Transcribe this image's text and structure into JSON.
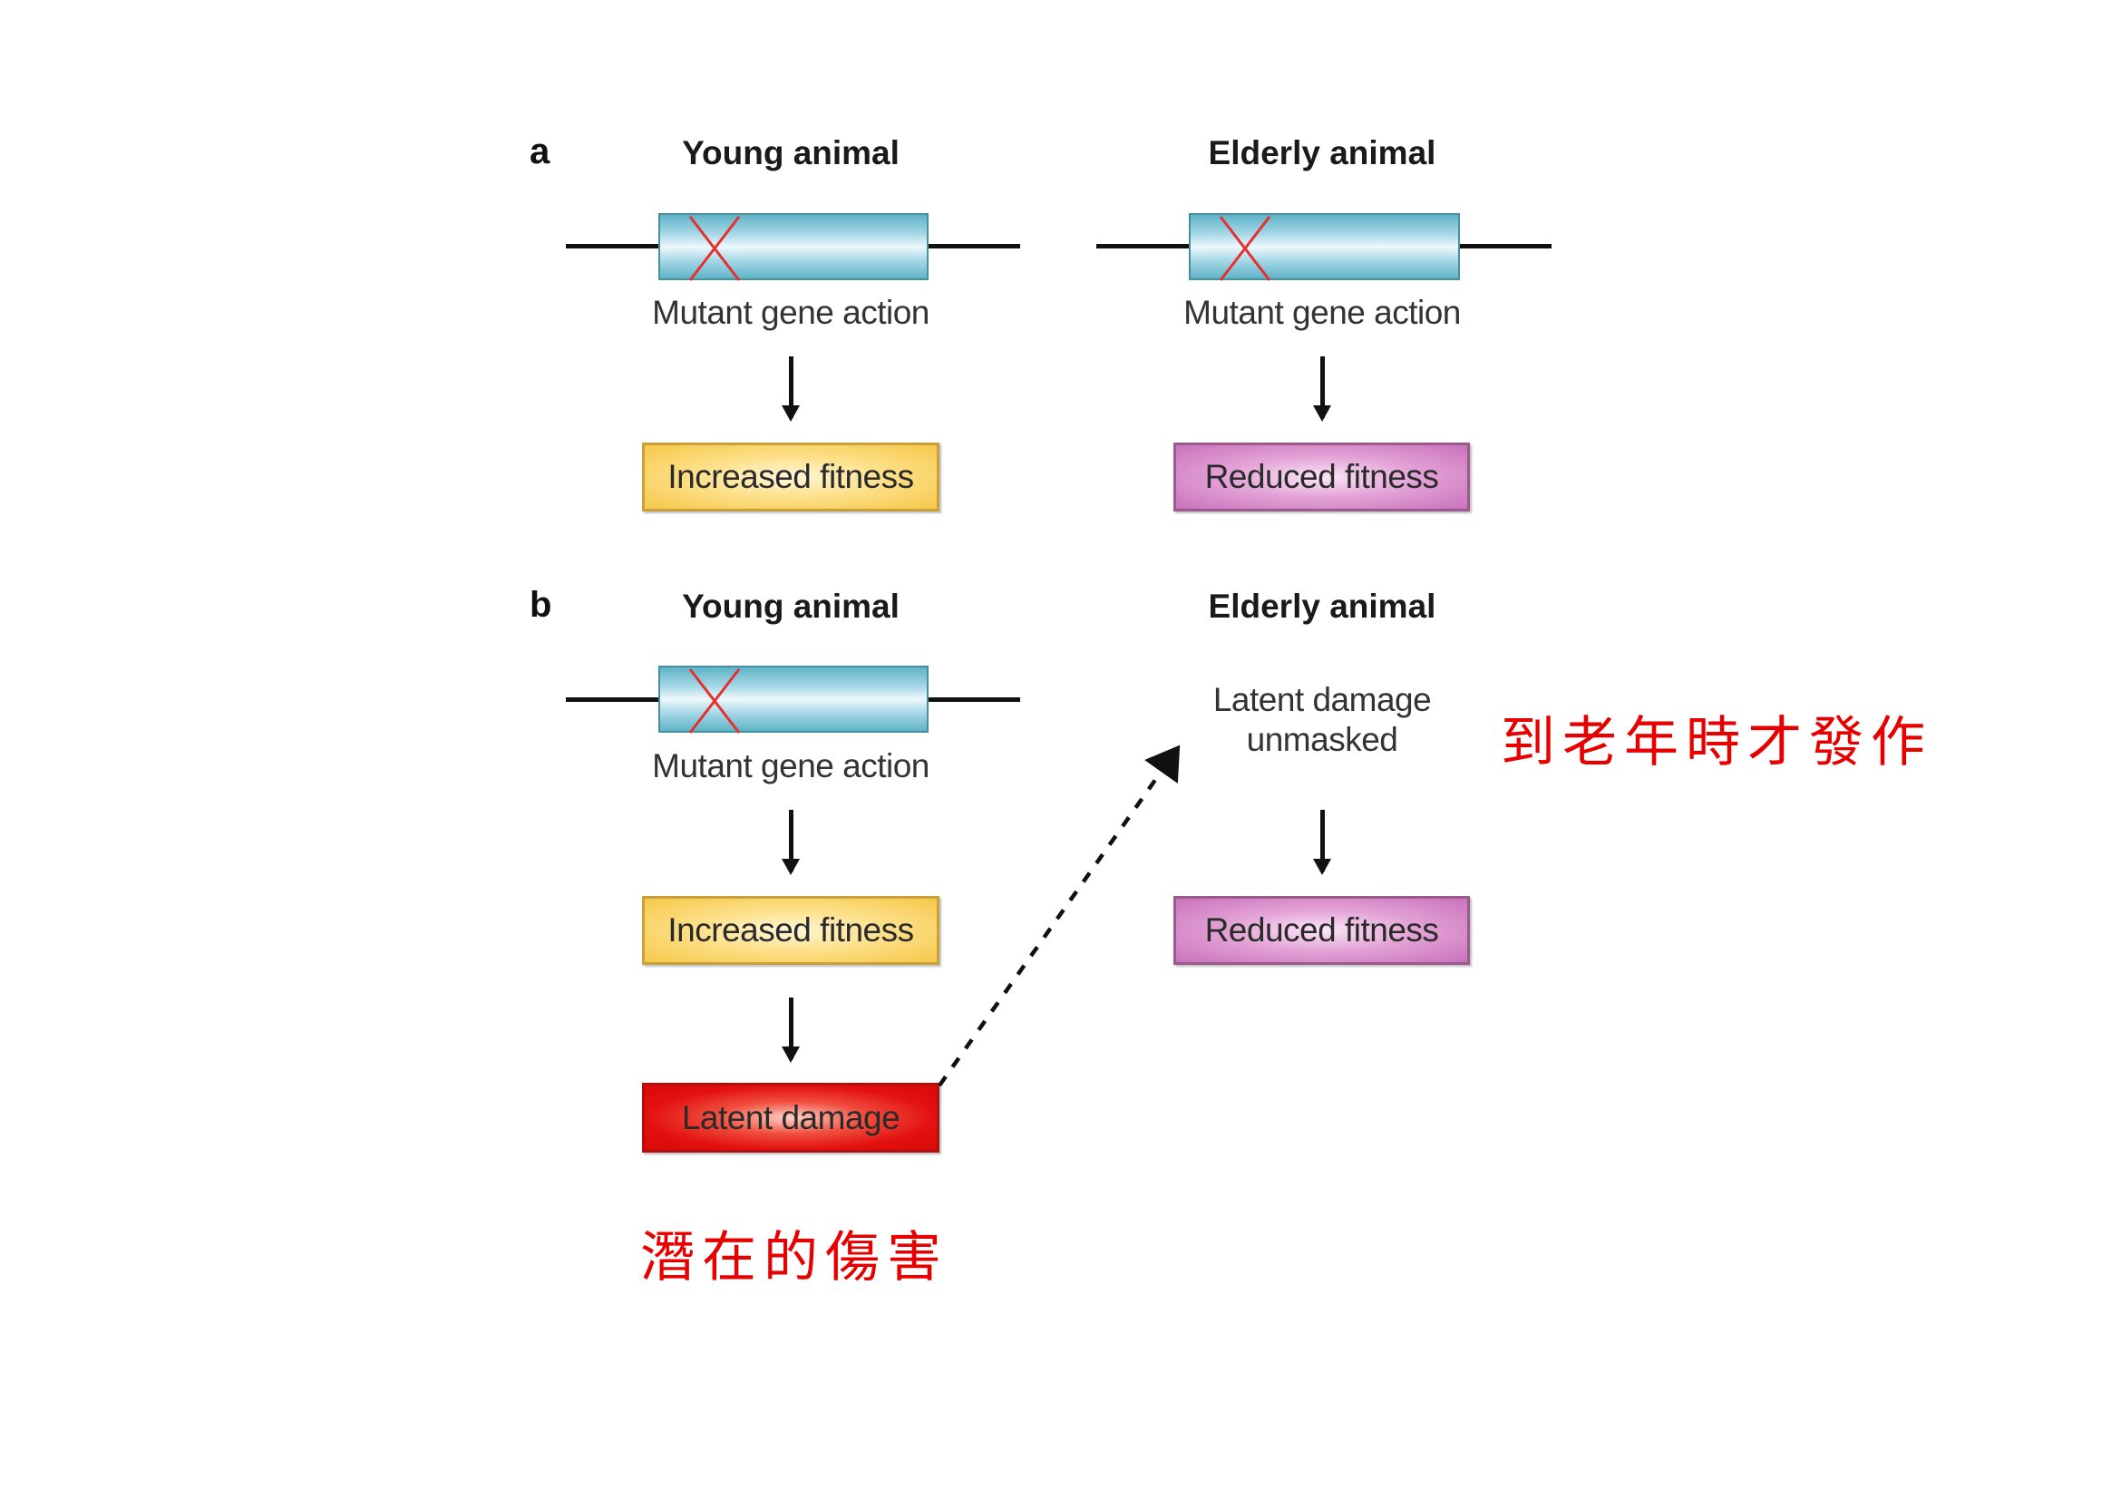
{
  "panel_a": {
    "letter": "a",
    "young": {
      "title": "Young animal",
      "gene_caption": "Mutant gene action",
      "outcome": "Increased fitness"
    },
    "elderly": {
      "title": "Elderly animal",
      "gene_caption": "Mutant gene action",
      "outcome": "Reduced fitness"
    }
  },
  "panel_b": {
    "letter": "b",
    "young": {
      "title": "Young animal",
      "gene_caption": "Mutant gene action",
      "outcome": "Increased fitness",
      "consequence": "Latent damage"
    },
    "elderly": {
      "title": "Elderly animal",
      "unmasked_line1": "Latent damage",
      "unmasked_line2": "unmasked",
      "outcome": "Reduced fitness"
    }
  },
  "annotations": {
    "latent_damage_cn": "潛在的傷害",
    "onset_in_old_age_cn": "到老年時才發作"
  },
  "colors": {
    "gene_box": "#a6d8e6",
    "mutation_cross": "#e53030",
    "increased_fitness": "#f6c84a",
    "reduced_fitness": "#c972bb",
    "latent_damage": "#e31010",
    "annotation_text": "#e60000"
  }
}
